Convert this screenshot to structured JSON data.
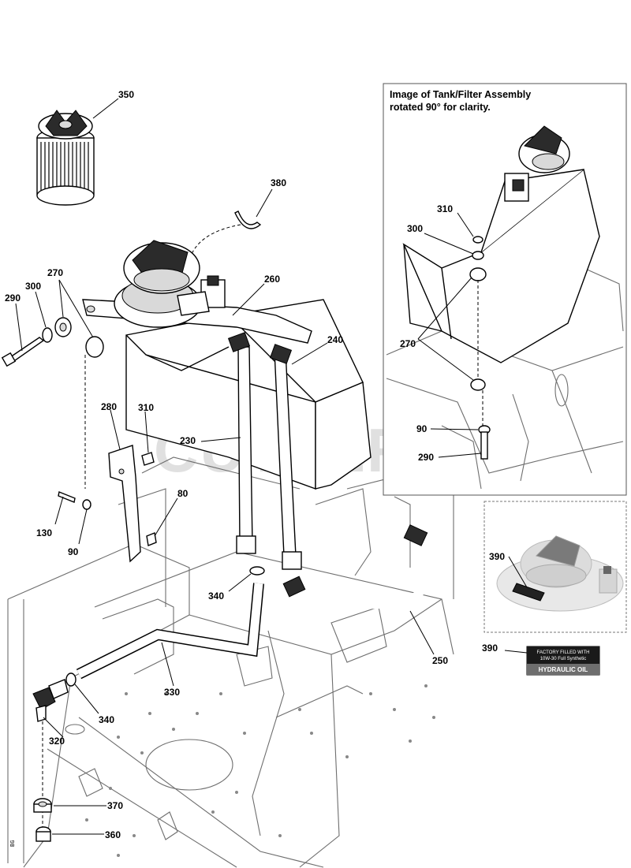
{
  "watermark": "CUTLER'S",
  "inset_note": {
    "line1": "Image of Tank/Filter Assembly",
    "line2": "rotated 90° for clarity."
  },
  "callouts": {
    "c350": "350",
    "c380": "380",
    "c270a": "270",
    "c300a": "300",
    "c290a": "290",
    "c260": "260",
    "c240": "240",
    "c280": "280",
    "c310a": "310",
    "c230": "230",
    "c80": "80",
    "c130": "130",
    "c90a": "90",
    "c340a": "340",
    "c250": "250",
    "c330": "330",
    "c340b": "340",
    "c320": "320",
    "c370": "370",
    "c360": "360",
    "c310b": "310",
    "c300b": "300",
    "c270b": "270",
    "c90b": "90",
    "c290b": "290",
    "c390a": "390",
    "c390b": "390"
  },
  "decal": {
    "line1": "FACTORY FILLED WITH",
    "line2": "10W-30 Full Synthetic",
    "line3": "HYDRAULIC OIL"
  }
}
